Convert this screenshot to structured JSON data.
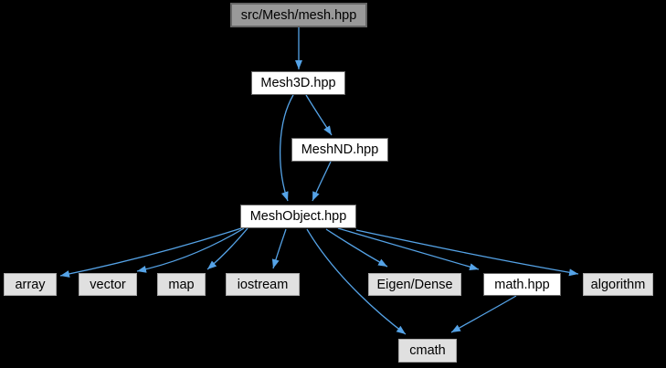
{
  "diagram": {
    "title": "src/Mesh/mesh.hpp include dependency graph",
    "colors": {
      "background": "#000000",
      "edge": "#55a3e7",
      "text": "#000000",
      "current_fill": "#999999",
      "current_border": "#666666",
      "linked_fill": "#ffffff",
      "linked_border": "#696969",
      "external_fill": "#e0e0e0",
      "external_border": "#a8a8a8"
    },
    "nodes": {
      "mesh_hpp": {
        "label": "src/Mesh/mesh.hpp",
        "kind": "current"
      },
      "mesh3d_hpp": {
        "label": "Mesh3D.hpp",
        "kind": "linked"
      },
      "meshnd_hpp": {
        "label": "MeshND.hpp",
        "kind": "linked"
      },
      "meshobject_hpp": {
        "label": "MeshObject.hpp",
        "kind": "linked"
      },
      "array": {
        "label": "array",
        "kind": "external"
      },
      "vector": {
        "label": "vector",
        "kind": "external"
      },
      "map": {
        "label": "map",
        "kind": "external"
      },
      "iostream": {
        "label": "iostream",
        "kind": "external"
      },
      "eigen_dense": {
        "label": "Eigen/Dense",
        "kind": "external"
      },
      "math_hpp": {
        "label": "math.hpp",
        "kind": "linked"
      },
      "algorithm": {
        "label": "algorithm",
        "kind": "external"
      },
      "cmath": {
        "label": "cmath",
        "kind": "external"
      }
    },
    "edges": [
      {
        "from": "src/Mesh/mesh.hpp",
        "to": "Mesh3D.hpp"
      },
      {
        "from": "Mesh3D.hpp",
        "to": "MeshND.hpp"
      },
      {
        "from": "Mesh3D.hpp",
        "to": "MeshObject.hpp"
      },
      {
        "from": "MeshND.hpp",
        "to": "MeshObject.hpp"
      },
      {
        "from": "MeshObject.hpp",
        "to": "array"
      },
      {
        "from": "MeshObject.hpp",
        "to": "vector"
      },
      {
        "from": "MeshObject.hpp",
        "to": "map"
      },
      {
        "from": "MeshObject.hpp",
        "to": "iostream"
      },
      {
        "from": "MeshObject.hpp",
        "to": "Eigen/Dense"
      },
      {
        "from": "MeshObject.hpp",
        "to": "math.hpp"
      },
      {
        "from": "MeshObject.hpp",
        "to": "algorithm"
      },
      {
        "from": "MeshObject.hpp",
        "to": "cmath"
      },
      {
        "from": "math.hpp",
        "to": "cmath"
      }
    ]
  }
}
